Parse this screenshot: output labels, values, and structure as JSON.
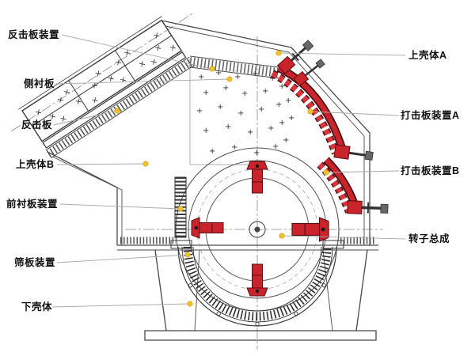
{
  "labels": {
    "left": [
      {
        "text": "反击板装置"
      },
      {
        "text": "侧衬板"
      },
      {
        "text": "反击板"
      },
      {
        "text": "上壳体B"
      },
      {
        "text": "前衬板装置"
      },
      {
        "text": "筛板装置"
      },
      {
        "text": "下壳体"
      }
    ],
    "right": [
      {
        "text": "上壳体A"
      },
      {
        "text": "打击板装置A"
      },
      {
        "text": "打击板装置B"
      },
      {
        "text": "转子总成"
      }
    ]
  },
  "colors": {
    "part_red": "#c9242b",
    "marker_yellow": "#f2c12e",
    "drawing_line": "#4a4a4a",
    "leader_line": "#a8a8a8"
  }
}
